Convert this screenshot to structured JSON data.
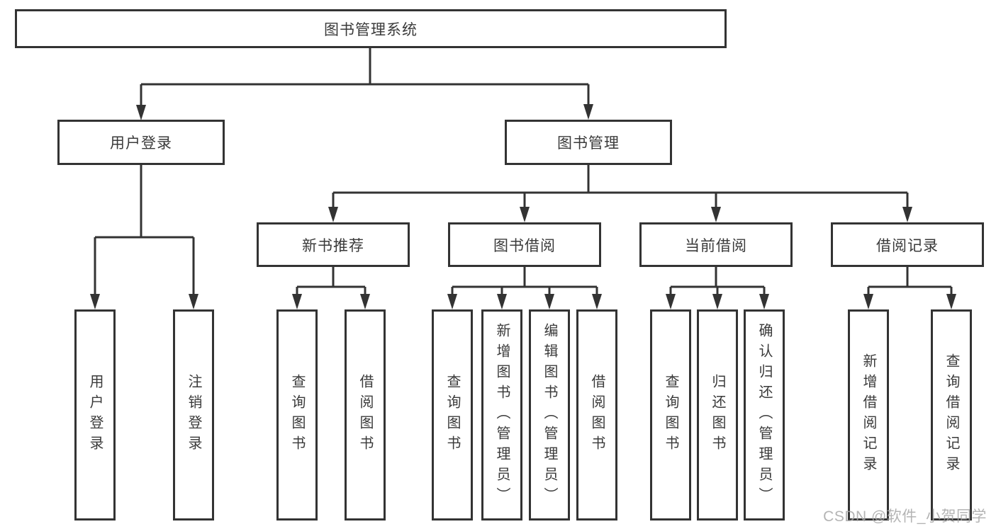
{
  "tree": {
    "root": {
      "label": "图书管理系统"
    },
    "branches": [
      {
        "label": "用户登录",
        "children": [
          {
            "label": "用户登录"
          },
          {
            "label": "注销登录"
          }
        ]
      },
      {
        "label": "图书管理",
        "sections": [
          {
            "label": "新书推荐",
            "children": [
              {
                "label": "查询图书"
              },
              {
                "label": "借阅图书"
              }
            ]
          },
          {
            "label": "图书借阅",
            "children": [
              {
                "label": "查询图书"
              },
              {
                "label": "新增图书（管理员）"
              },
              {
                "label": "编辑图书（管理员）"
              },
              {
                "label": "借阅图书"
              }
            ]
          },
          {
            "label": "当前借阅",
            "children": [
              {
                "label": "查询图书"
              },
              {
                "label": "归还图书"
              },
              {
                "label": "确认归还（管理员）"
              }
            ]
          },
          {
            "label": "借阅记录",
            "children": [
              {
                "label": "新增借阅记录"
              },
              {
                "label": "查询借阅记录"
              }
            ]
          }
        ]
      }
    ]
  },
  "watermark": {
    "text": "CSDN @软件_小贺同学"
  },
  "colors": {
    "line": "#333333",
    "box_border": "#333333",
    "text": "#3a3a3a",
    "watermark": "#a8a8a8",
    "background": "#ffffff"
  }
}
